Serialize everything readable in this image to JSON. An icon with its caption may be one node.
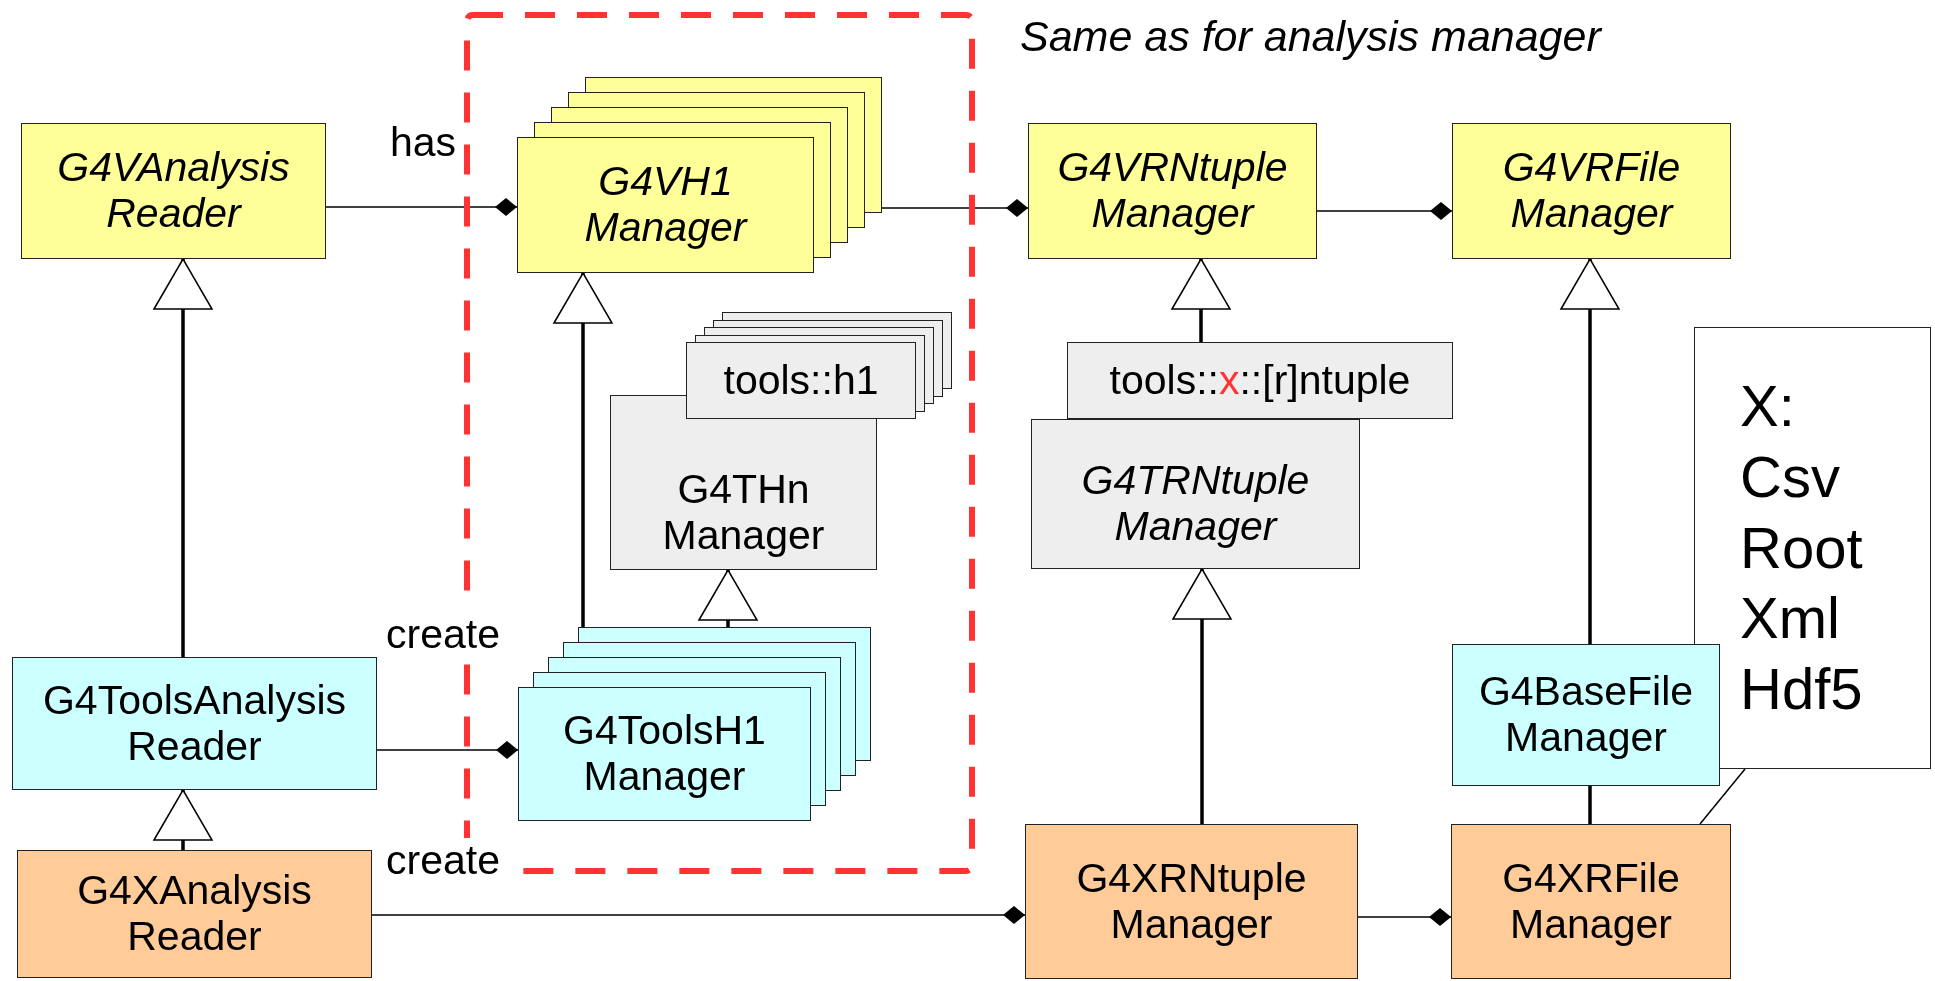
{
  "diagram": {
    "nodes": [
      {
        "text": [
          "G4VAnalysis Reader"
        ]
      },
      {
        "text": [],
        "shape": "box"
      },
      {
        "text": [
          "G4VH1 Manager"
        ],
        "in": 1
      },
      {
        "text": [
          "tools::h1"
        ],
        "in": 1
      },
      {
        "text": [
          "G4THn Manager"
        ],
        "in": 1
      },
      {
        "text": [
          "G4ToolsH1 Manager"
        ],
        "in": 1
      },
      {
        "text": [
          "G4VRNtuple Manager"
        ]
      },
      {
        "text": [
          "G4VRFile Manager"
        ]
      },
      {
        "text": [
          "tools::",
          "x",
          "::[r]ntuple"
        ]
      },
      {
        "text": [
          "G4TRNtuple Manager"
        ]
      },
      {
        "text": [
          "X:",
          "Csv",
          "Root",
          "Xml",
          "Hdf5"
        ]
      },
      {
        "text": [
          "G4ToolsAnalysis Reader"
        ]
      },
      {
        "text": [
          "G4BaseFile Manager"
        ]
      },
      {
        "text": [
          "G4XAnalysis Reader"
        ]
      },
      {
        "text": [
          "G4XRNtuple Manager"
        ]
      },
      {
        "text": [
          "G4XRFile Manager"
        ]
      }
    ],
    "edges": [
      {
        "from": 0,
        "to": 2,
        "arrow": "other",
        "label": "has"
      },
      {
        "from": 2,
        "to": 6,
        "arrow": "other"
      },
      {
        "from": 6,
        "to": 7,
        "arrow": "other"
      },
      {
        "from": 11,
        "to": 0,
        "arrow": "to"
      },
      {
        "from": 5,
        "to": 2,
        "arrow": "to"
      },
      {
        "from": 5,
        "to": 4,
        "arrow": "to"
      },
      {
        "from": 11,
        "to": 5,
        "arrow": "other",
        "label": "create"
      },
      {
        "from": 13,
        "to": 11,
        "arrow": "to"
      },
      {
        "from": 13,
        "to": 14,
        "arrow": "other",
        "label": "create"
      },
      {
        "from": 8,
        "to": 6,
        "arrow": "to"
      },
      {
        "from": 14,
        "to": 9,
        "arrow": "to"
      },
      {
        "from": 12,
        "to": 7,
        "arrow": "to"
      },
      {
        "from": 15,
        "to": 12,
        "arrow": "none"
      },
      {
        "from": 14,
        "to": 15,
        "arrow": "other"
      },
      {
        "from": 15,
        "to": 10,
        "arrow": "none"
      }
    ],
    "labels": [
      "Same as for analysis manager"
    ]
  }
}
